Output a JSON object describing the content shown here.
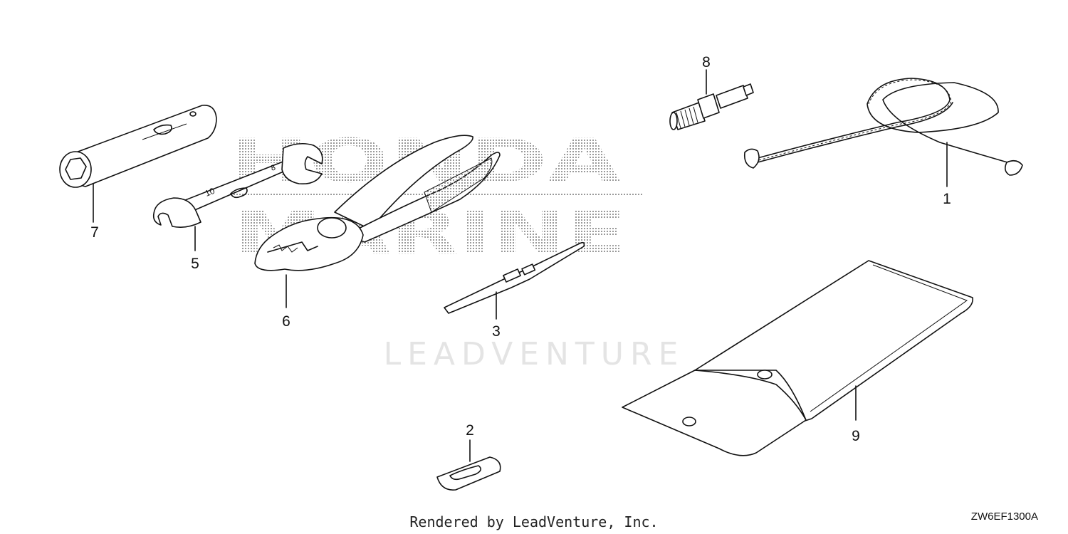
{
  "watermark": {
    "brand_line1": "HONDA",
    "brand_line2": "MARINE",
    "vendor": "LEADVENTURE"
  },
  "parts": [
    {
      "ref": "1",
      "kind": "rope-icon"
    },
    {
      "ref": "2",
      "kind": "clip-icon"
    },
    {
      "ref": "3",
      "kind": "screwdriver-icon"
    },
    {
      "ref": "5",
      "kind": "wrench-icon"
    },
    {
      "ref": "6",
      "kind": "pliers-icon"
    },
    {
      "ref": "7",
      "kind": "plug-wrench-icon"
    },
    {
      "ref": "8",
      "kind": "spark-plug-icon"
    },
    {
      "ref": "9",
      "kind": "tool-bag-icon"
    }
  ],
  "footer": {
    "credit": "Rendered by LeadVenture, Inc.",
    "diagram_code": "ZW6EF1300A"
  }
}
